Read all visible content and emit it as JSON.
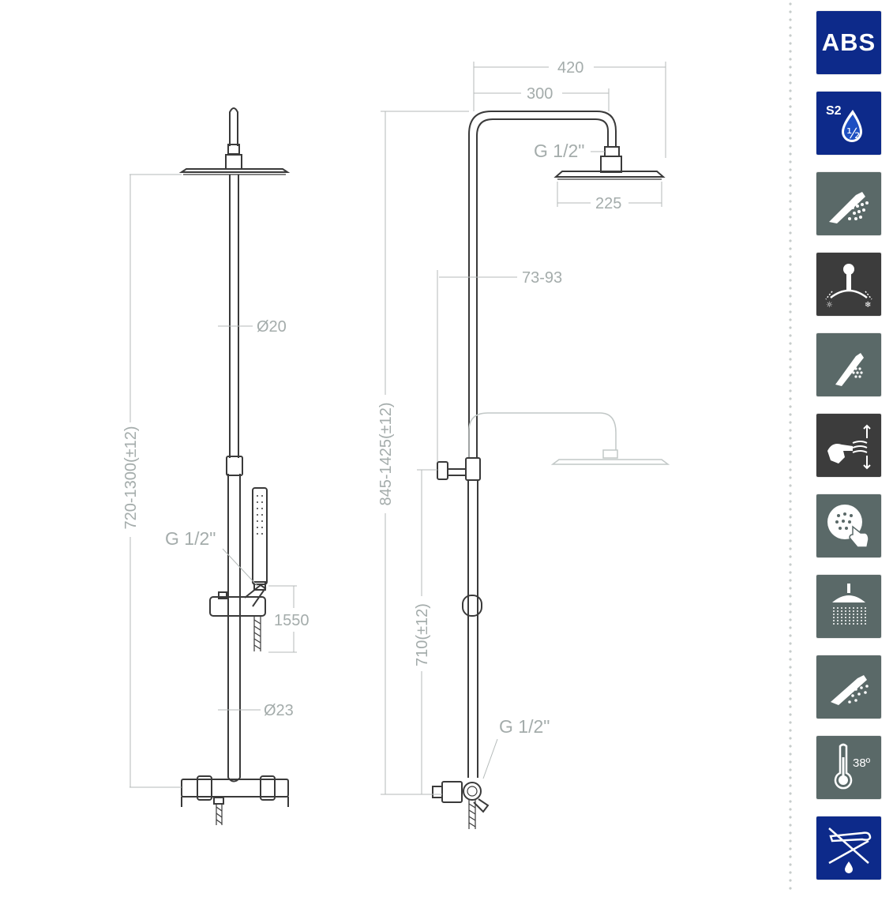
{
  "dimensions": {
    "left_height": "720-1300(±12)",
    "left_bar_diameter": "Ø20",
    "left_connection": "G 1/2\"",
    "left_hose": "1550",
    "left_pipe_diameter": "Ø23",
    "arm_reach": "420",
    "arm_length": "300",
    "head_connection": "G 1/2\"",
    "head_diameter": "225",
    "arm_offset": "73-93",
    "right_height": "845-1425(±12)",
    "mixer_height": "710(±12)",
    "outlet_connection": "G 1/2\""
  },
  "badges": [
    {
      "icon": "abs-material-icon",
      "text": "ABS",
      "bg": "#0d2a8a"
    },
    {
      "icon": "water-saving-s2-icon",
      "label_top": "S2",
      "label_fraction": "½",
      "bg": "#0d2a8a"
    },
    {
      "icon": "hand-shower-spray-icon",
      "bg": "#5a6968"
    },
    {
      "icon": "hot-cold-mixer-icon",
      "bg": "#3c3c3c"
    },
    {
      "icon": "hand-shower-single-jet-icon",
      "bg": "#5a6968"
    },
    {
      "icon": "height-adjustable-bar-icon",
      "bg": "#3c3c3c"
    },
    {
      "icon": "anti-limescale-nozzles-icon",
      "bg": "#5a6968"
    },
    {
      "icon": "rain-shower-head-icon",
      "bg": "#5a6968"
    },
    {
      "icon": "hand-shower-icon",
      "bg": "#5a6968"
    },
    {
      "icon": "thermostatic-38-icon",
      "label": "38º",
      "bg": "#5a6968"
    },
    {
      "icon": "no-drip-icon",
      "bg": "#0d2a8a"
    }
  ]
}
